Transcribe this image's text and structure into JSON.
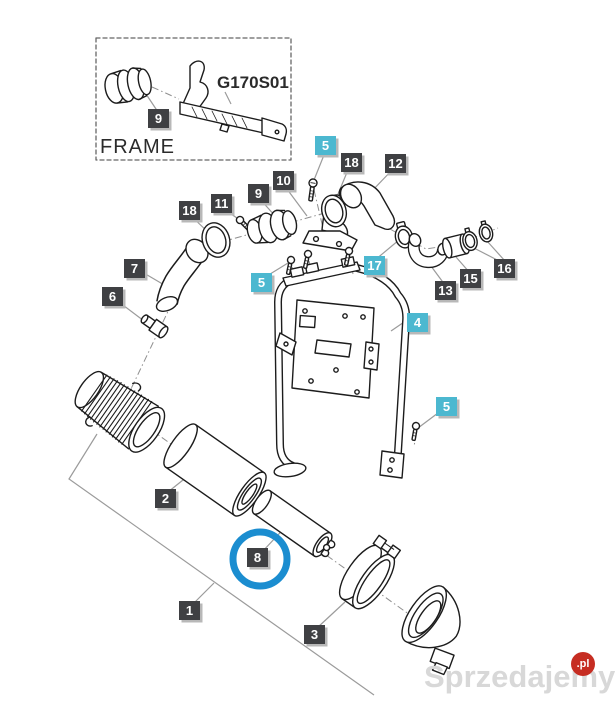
{
  "diagram": {
    "frame_box": {
      "caption": "FRAME",
      "part_code": "G170S01"
    },
    "badges": [
      {
        "id": "frame-9",
        "n": "9",
        "variant": "dark"
      },
      {
        "id": "top-5",
        "n": "5",
        "variant": "cyan"
      },
      {
        "id": "top-18",
        "n": "18",
        "variant": "dark"
      },
      {
        "id": "top-12",
        "n": "12",
        "variant": "dark"
      },
      {
        "id": "top-10",
        "n": "10",
        "variant": "dark"
      },
      {
        "id": "top-9",
        "n": "9",
        "variant": "dark"
      },
      {
        "id": "top-11",
        "n": "11",
        "variant": "dark"
      },
      {
        "id": "left-18",
        "n": "18",
        "variant": "dark"
      },
      {
        "id": "left-7",
        "n": "7",
        "variant": "dark"
      },
      {
        "id": "left-6",
        "n": "6",
        "variant": "dark"
      },
      {
        "id": "mid-5",
        "n": "5",
        "variant": "cyan"
      },
      {
        "id": "mid-17",
        "n": "17",
        "variant": "cyan"
      },
      {
        "id": "right-13",
        "n": "13",
        "variant": "dark"
      },
      {
        "id": "right-15",
        "n": "15",
        "variant": "dark"
      },
      {
        "id": "right-16",
        "n": "16",
        "variant": "dark"
      },
      {
        "id": "frame-4",
        "n": "4",
        "variant": "cyan"
      },
      {
        "id": "lower-5",
        "n": "5",
        "variant": "cyan"
      },
      {
        "id": "bottom-2",
        "n": "2",
        "variant": "dark"
      },
      {
        "id": "bottom-8",
        "n": "8",
        "variant": "dark",
        "highlighted": true
      },
      {
        "id": "bottom-1",
        "n": "1",
        "variant": "dark"
      },
      {
        "id": "bottom-3",
        "n": "3",
        "variant": "dark"
      }
    ],
    "highlight": {
      "part": "8",
      "color": "#1b8dd0"
    },
    "colors": {
      "badge_dark": "#3f4043",
      "badge_cyan": "#4cb8d0",
      "outline": "#1c1c1c",
      "leader": "#9b9b9b"
    }
  },
  "watermark": {
    "name": "Sprzedajemy",
    "tld": ".pl",
    "badge_color": "#c62d22"
  }
}
